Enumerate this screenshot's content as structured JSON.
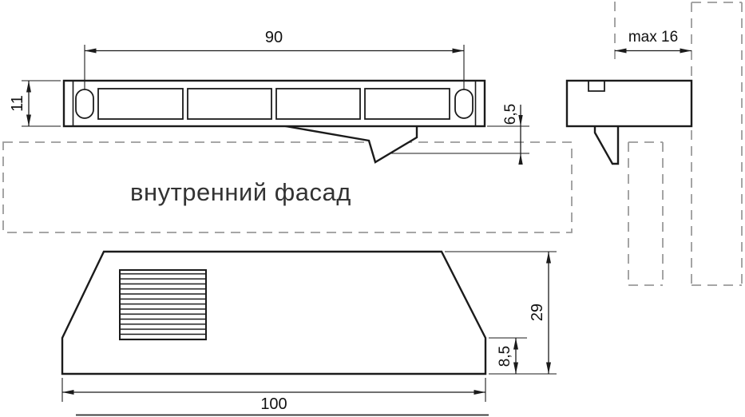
{
  "drawing": {
    "dims": {
      "hole_spacing": {
        "label": "90"
      },
      "strip_height": {
        "label": "11"
      },
      "hook_offset": {
        "label": "6,5"
      },
      "panel_max": {
        "label": "max 16"
      },
      "body_height": {
        "label": "29"
      },
      "base_height": {
        "label": "8,5"
      },
      "base_width": {
        "label": "100"
      }
    },
    "annotations": {
      "facade_label": "внутренний фасад"
    },
    "colors": {
      "line": "#1b1b1b",
      "dashed": "#9a9a9a",
      "text": "#111111",
      "background": "#ffffff"
    }
  }
}
